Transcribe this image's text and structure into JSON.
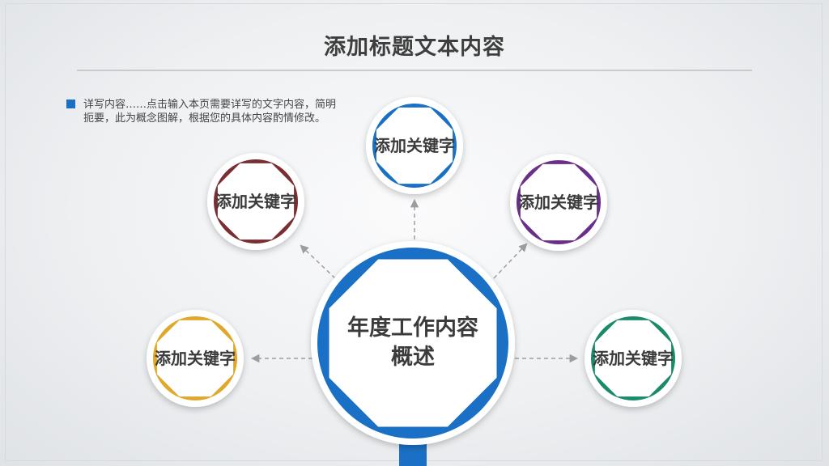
{
  "slide": {
    "title": "添加标题文本内容",
    "description": "详写内容……点击输入本页需要详写的文字内容，简明扼要，此为概念图解，根据您的具体内容酌情修改。"
  },
  "center": {
    "label": "年度工作内容概述",
    "color": "#1a70c4"
  },
  "nodes": [
    {
      "label": "添加关键字",
      "color": "#1a70c4"
    },
    {
      "label": "添加关键字",
      "color": "#7a2e32"
    },
    {
      "label": "添加关键字",
      "color": "#6a2f8a"
    },
    {
      "label": "添加关键字",
      "color": "#e0a82a"
    },
    {
      "label": "添加关键字",
      "color": "#1a8a6a"
    }
  ]
}
